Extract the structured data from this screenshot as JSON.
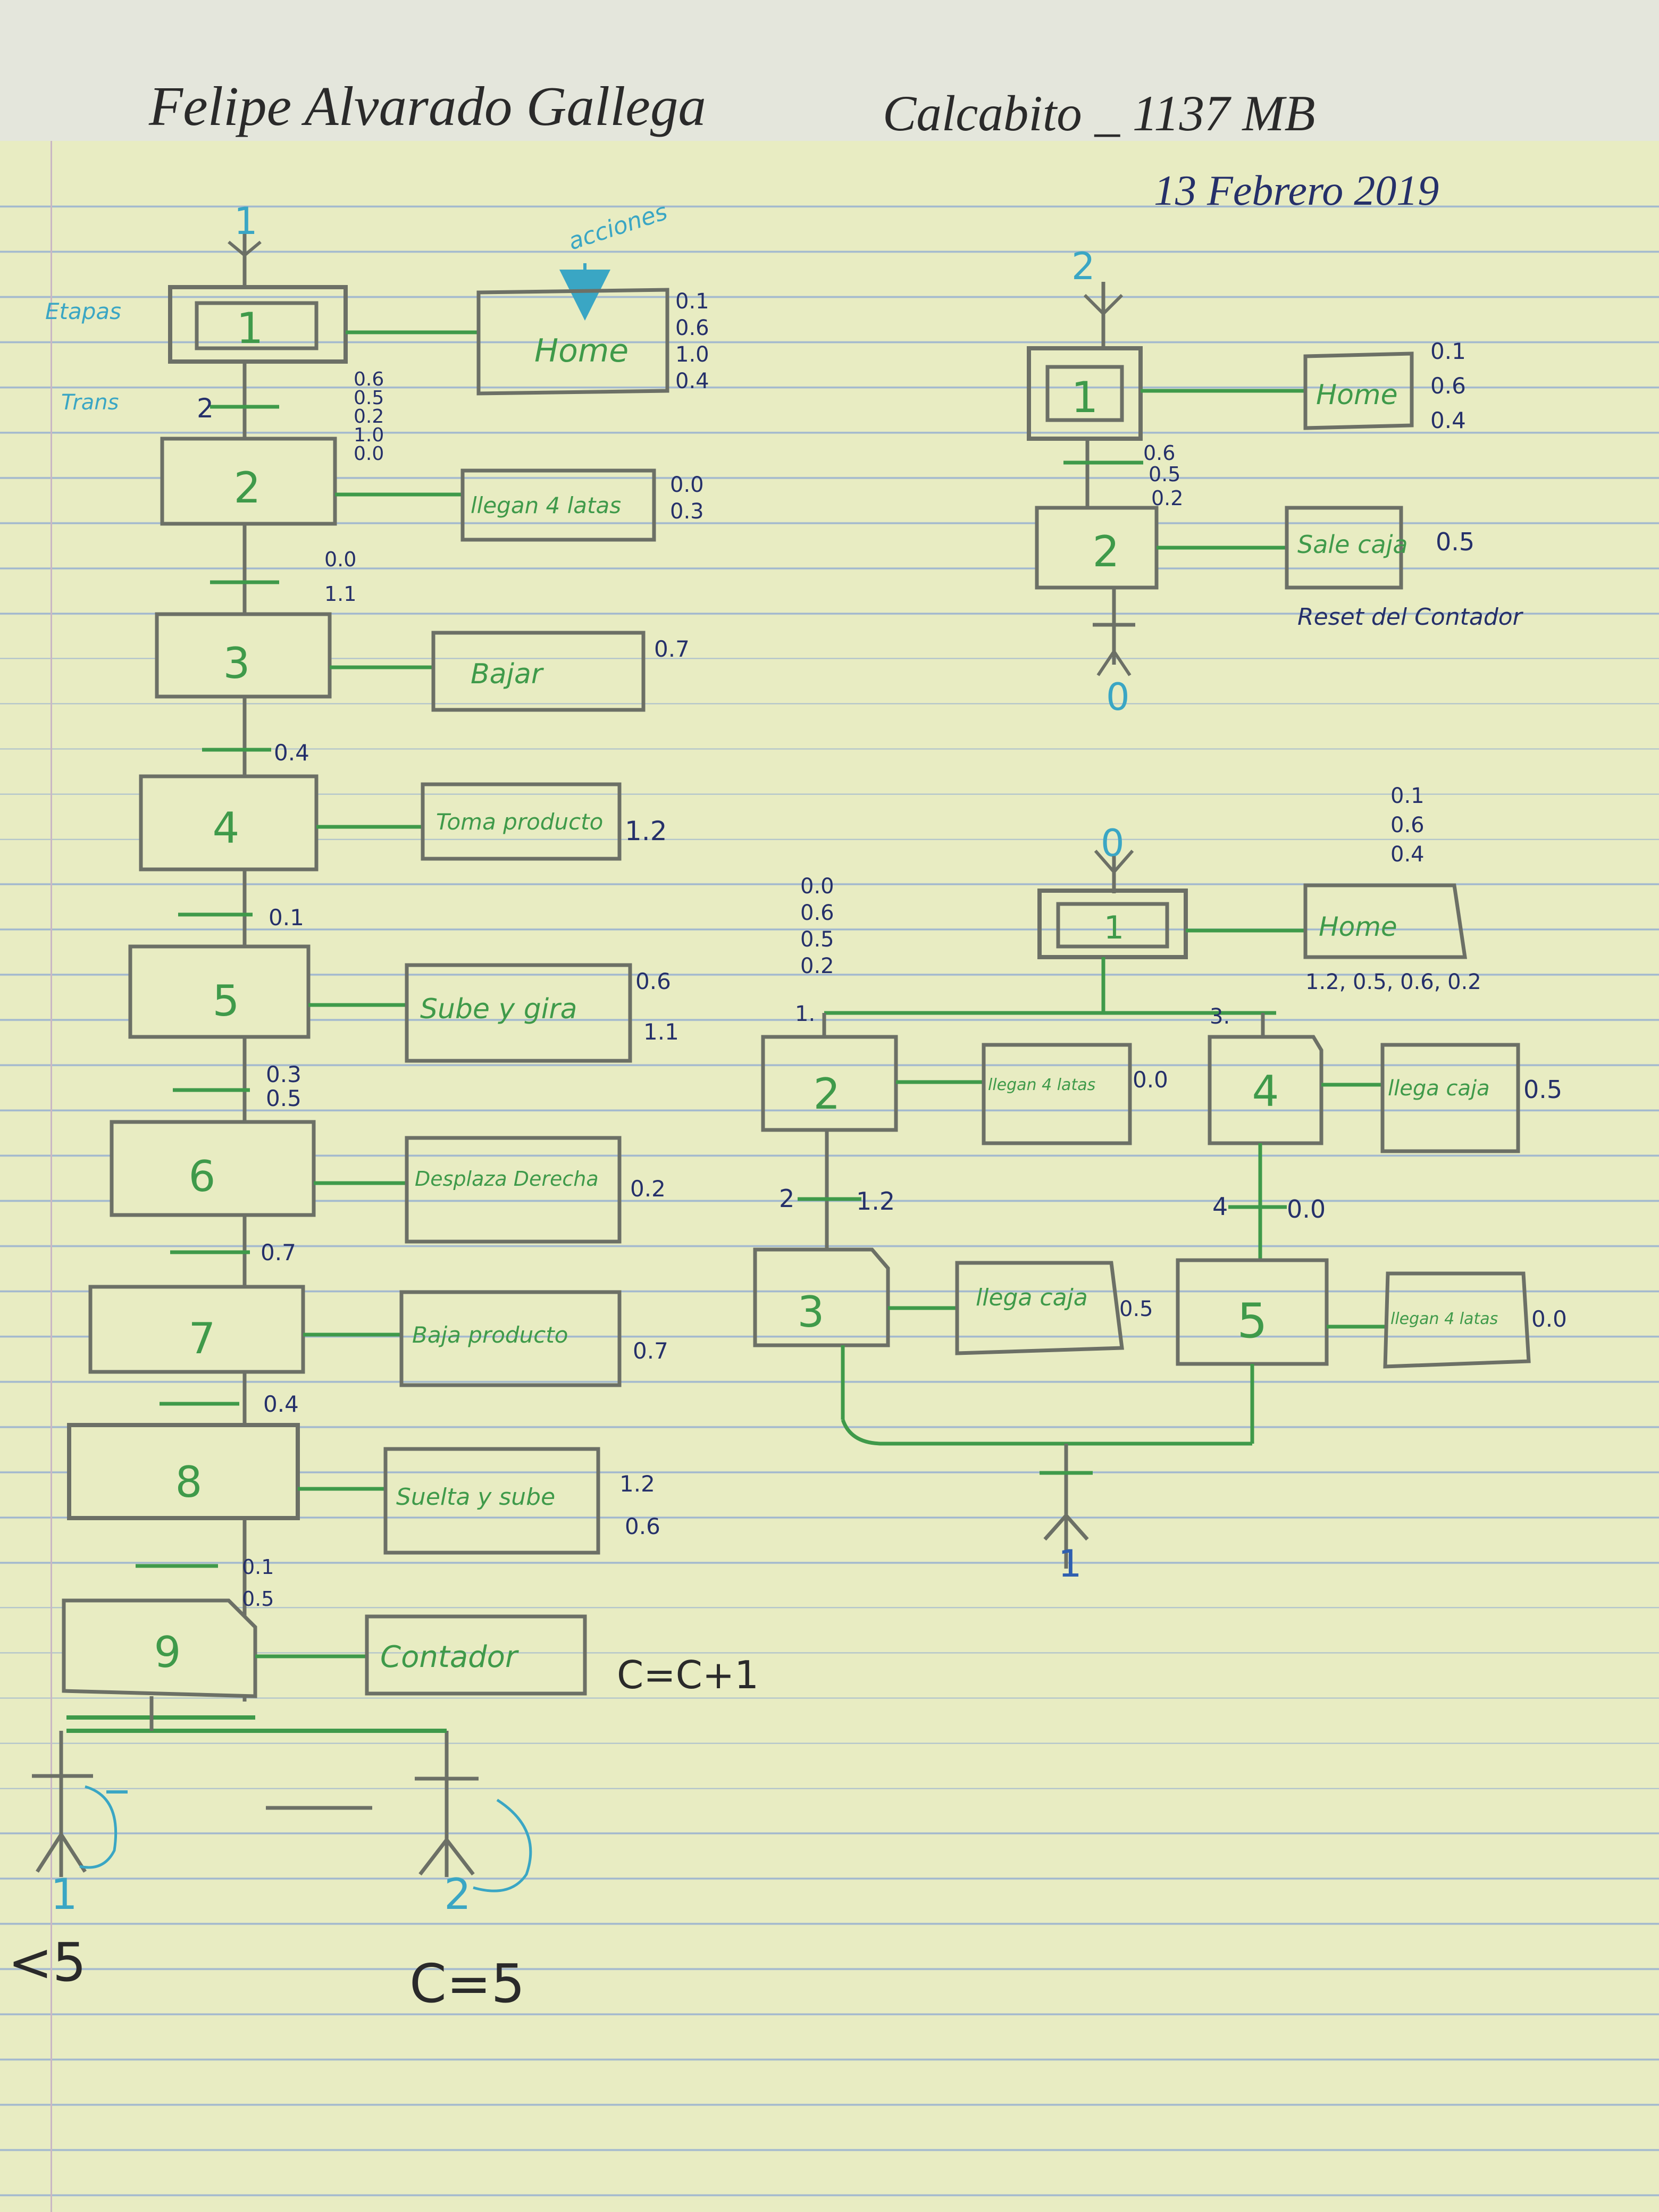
{
  "header": {
    "name": "Felipe Alvarado Gallega",
    "course": "Calcabito _ 1137 MB",
    "date": "13 Febrero 2019"
  },
  "annotations": {
    "etapas": "Etapas",
    "trans": "Trans",
    "acciones": "acciones"
  },
  "main_grafcet": {
    "entry_label": "1",
    "steps": [
      {
        "number": "1",
        "action": "Home",
        "outputs": [
          "0.1",
          "0.6",
          "1.0",
          "0.4"
        ],
        "transition_label": "2",
        "transition_cond": [
          "0.6",
          "0.5",
          "0.2",
          "1.0",
          "0.0"
        ]
      },
      {
        "number": "2",
        "action": "llegan 4 latas",
        "outputs": [
          "0.0",
          "0.3"
        ],
        "transition_cond": [
          "0.0",
          "1.1"
        ]
      },
      {
        "number": "3",
        "action": "Bajar",
        "outputs": [
          "0.7"
        ],
        "transition_cond": [
          "0.4"
        ]
      },
      {
        "number": "4",
        "action": "Toma producto",
        "outputs": [
          "1.2"
        ],
        "transition_cond": [
          "0.1"
        ]
      },
      {
        "number": "5",
        "action": "Sube y gira",
        "outputs": [
          "0.6",
          "1.1"
        ],
        "transition_cond": [
          "0.3",
          "0.5"
        ]
      },
      {
        "number": "6",
        "action": "Desplaza Derecha",
        "outputs": [
          "0.2"
        ],
        "transition_cond": [
          "0.7"
        ]
      },
      {
        "number": "7",
        "action": "Baja producto",
        "outputs": [
          "0.7"
        ],
        "transition_cond": [
          "0.4"
        ]
      },
      {
        "number": "8",
        "action": "Suelta y sube",
        "outputs": [
          "1.2",
          "0.6"
        ],
        "transition_cond": [
          "0.1",
          "0.5"
        ]
      },
      {
        "number": "9",
        "action": "Contador",
        "outputs": [
          "C=C+1"
        ]
      }
    ],
    "branches": [
      {
        "target": "1",
        "condition": "<5"
      },
      {
        "target": "2",
        "condition": "C=5"
      }
    ]
  },
  "grafcet_2": {
    "entry_label": "2",
    "steps": [
      {
        "number": "1",
        "action": "Home",
        "outputs": [
          "0.1",
          "0.6",
          "0.4"
        ],
        "transition_cond": [
          "0.6",
          "0.5",
          "0.2"
        ]
      },
      {
        "number": "2",
        "action": "Sale caja",
        "outputs": [
          "0.5"
        ],
        "note": "Reset del Contador"
      }
    ],
    "exit_label": "0"
  },
  "grafcet_0": {
    "entry_label": "0",
    "step1": {
      "number": "1",
      "action": "Home",
      "outputs": [
        "0.1",
        "0.6",
        "0.4"
      ]
    },
    "left_cond": [
      "0.0",
      "0.6",
      "0.5",
      "0.2"
    ],
    "left_label": "1.",
    "right_label": "3.",
    "right_cond": "1.2, 0.5, 0.6, 0.2",
    "step2": {
      "number": "2",
      "action": "llegan 4 latas",
      "outputs": [
        "0.0"
      ]
    },
    "step4": {
      "number": "4",
      "action": "llega caja",
      "outputs": [
        "0.5"
      ]
    },
    "t2": {
      "label": "2",
      "cond": "1.2"
    },
    "t4": {
      "label": "4",
      "cond": "0.0"
    },
    "step3": {
      "number": "3",
      "action": "llega caja",
      "outputs": [
        "0.5"
      ]
    },
    "step5": {
      "number": "5",
      "action": "llegan 4 latas",
      "outputs": [
        "0.0"
      ]
    },
    "exit_label": "1"
  },
  "colors": {
    "pencil": "#6c7066",
    "green": "#3f9a4a",
    "blue": "#2f5fb0",
    "navy": "#25306a",
    "cyan": "#3aa6c4",
    "black": "#2a2a2a"
  }
}
